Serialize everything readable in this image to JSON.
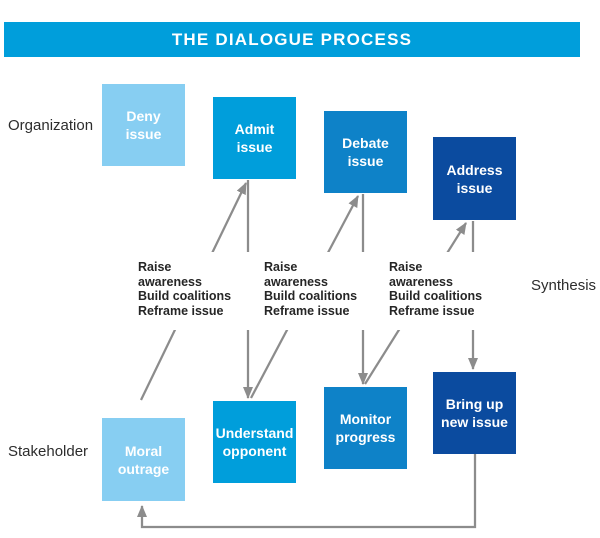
{
  "title": "THE DIALOGUE PROCESS",
  "row_labels": {
    "organization": "Organization",
    "stakeholder": "Stakeholder",
    "synthesis": "Synthesis"
  },
  "boxes": {
    "organization": [
      {
        "name": "deny-issue",
        "label": "Deny\nissue"
      },
      {
        "name": "admit-issue",
        "label": "Admit\nissue"
      },
      {
        "name": "debate-issue",
        "label": "Debate\nissue"
      },
      {
        "name": "address-issue",
        "label": "Address\nissue"
      }
    ],
    "stakeholder": [
      {
        "name": "moral-outrage",
        "label": "Moral\noutrage"
      },
      {
        "name": "understand-opponent",
        "label": "Understand\nopponent"
      },
      {
        "name": "monitor-progress",
        "label": "Monitor\nprogress"
      },
      {
        "name": "bring-up-new-issue",
        "label": "Bring up\nnew issue"
      }
    ]
  },
  "annotations": {
    "tactics": [
      "Raise",
      "awareness",
      "Build coalitions",
      "Reframe issue"
    ]
  },
  "flows": [
    {
      "from": "moral-outrage",
      "to": "admit-issue"
    },
    {
      "from": "admit-issue",
      "to": "understand-opponent"
    },
    {
      "from": "understand-opponent",
      "to": "debate-issue"
    },
    {
      "from": "debate-issue",
      "to": "monitor-progress"
    },
    {
      "from": "monitor-progress",
      "to": "address-issue"
    },
    {
      "from": "address-issue",
      "to": "bring-up-new-issue"
    },
    {
      "from": "bring-up-new-issue",
      "to": "moral-outrage"
    }
  ],
  "colors": {
    "banner_blue": "#009EDB",
    "light_blue": "#87CEF2",
    "bright_blue": "#009EDB",
    "mid_blue": "#0E82C8",
    "dark_blue": "#0B4B9F",
    "arrow_gray": "#8C8C8C",
    "text_dark": "#2d2d2d"
  }
}
